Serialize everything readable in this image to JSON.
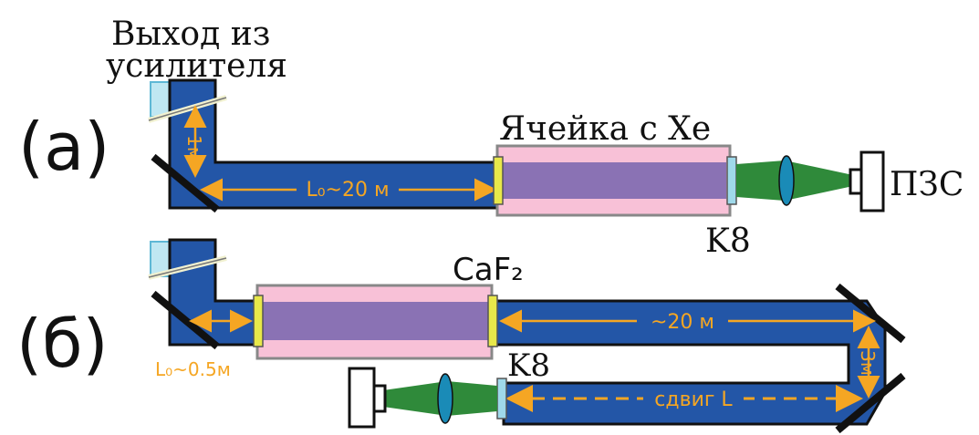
{
  "panel_a": {
    "label": "(a)",
    "input_label_line1": "Выход из",
    "input_label_line2": "усилителя",
    "vertical_distance": "1м",
    "beam_distance": "L₀~20 м",
    "cell_label": "Ячейка с Xe",
    "window_label": "K8",
    "detector_label": "ПЗС"
  },
  "panel_b": {
    "label": "(б)",
    "window_label_top": "CaF₂",
    "short_distance": "L₀~0.5м",
    "long_distance": "~20 м",
    "vertical_distance": "3м",
    "window_label": "K8",
    "shift_label": "сдвиг L"
  },
  "colors": {
    "beam": "#2356a7",
    "cell_outer": "#f8c1d7",
    "cell_inner": "#8a72b4",
    "arrow": "#f5a623",
    "window_yellow": "#e8e84a",
    "window_blue": "#9fd9ea",
    "lens": "#1a8bb7",
    "focus_green": "#2f8a3a"
  }
}
